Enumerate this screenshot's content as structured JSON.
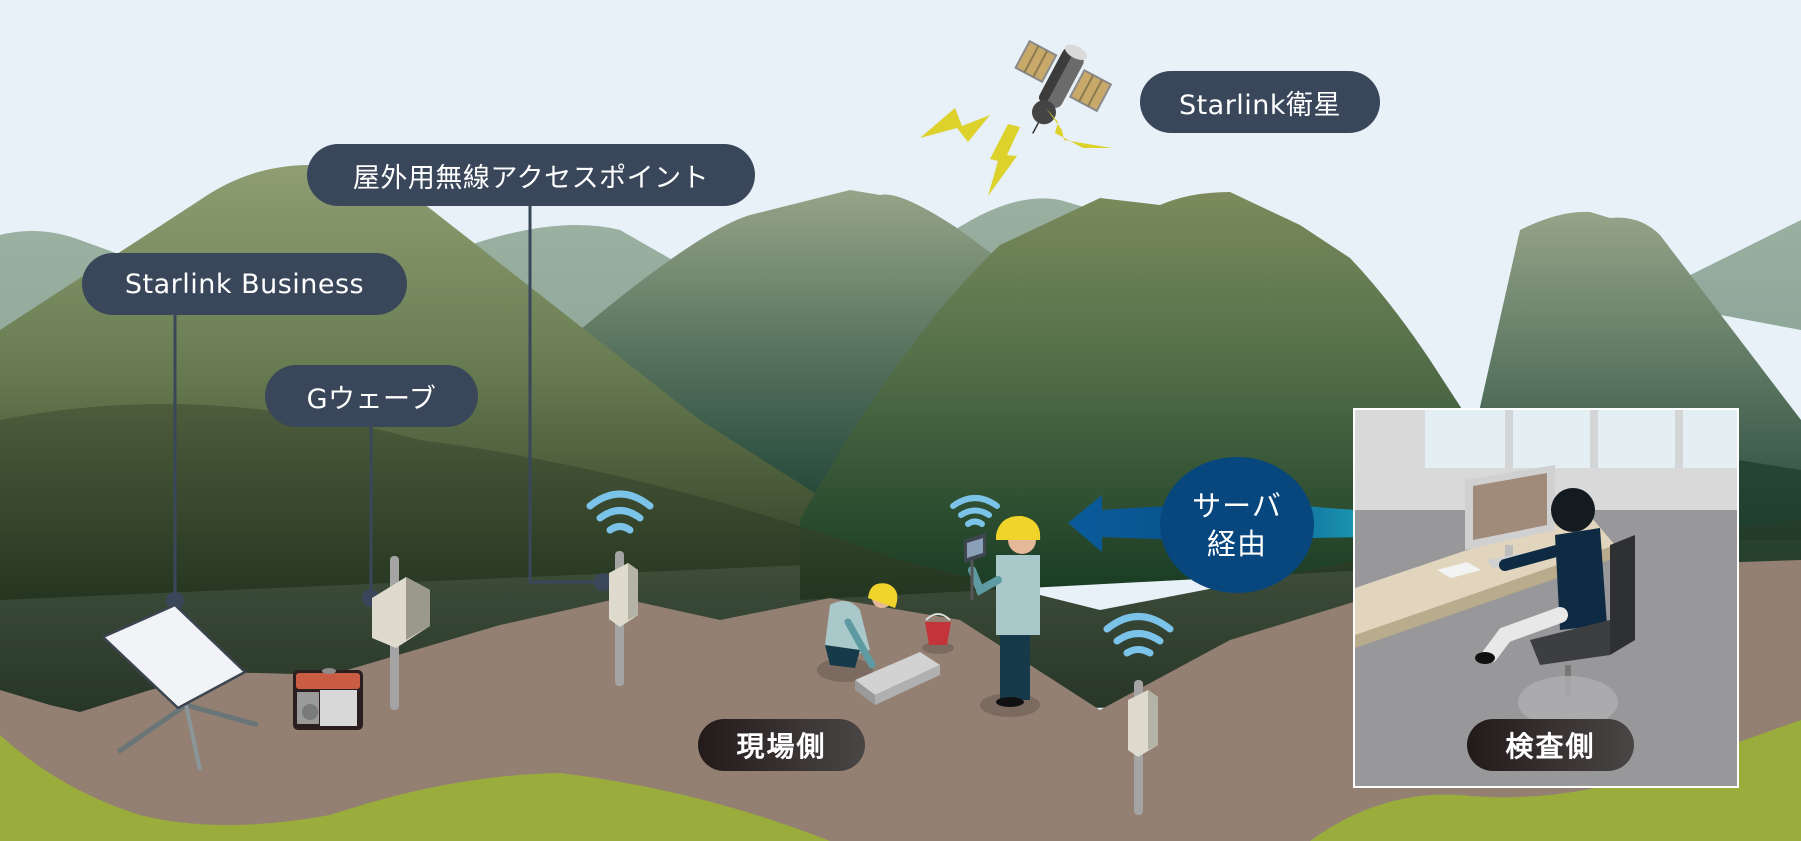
{
  "diagram": {
    "title": "Starlink Business 遠隔臨場システム構成図",
    "labels": {
      "satellite": "Starlink衛星",
      "outdoor_ap": "屋外用無線アクセスポイント",
      "starlink_business": "Starlink Business",
      "gwave": "Gウェーブ",
      "site_side": "現場側",
      "inspection_side": "検査側"
    },
    "server": {
      "line1": "サーバ",
      "line2": "経由"
    },
    "icons": [
      "satellite-icon",
      "lightning-icon",
      "starlink-dish-icon",
      "generator-icon",
      "gwave-antenna-icon",
      "access-point-icon",
      "wifi-icon",
      "worker-icon",
      "tablet-icon",
      "bucket-icon",
      "inspector-icon",
      "monitor-icon",
      "office-chair-icon",
      "bidirectional-arrow-icon"
    ],
    "colors": {
      "sky": "#e8f0f8",
      "label_bg": "#3a475b",
      "server_bg": "#08467e",
      "wifi": "#7cc3ea",
      "ground": "#938072",
      "grass": "#9aac3c",
      "helmet": "#f1d42b",
      "lightning": "#ddd22b",
      "arrow_start": "#0a5a9a",
      "arrow_end": "#22b4c4"
    }
  }
}
